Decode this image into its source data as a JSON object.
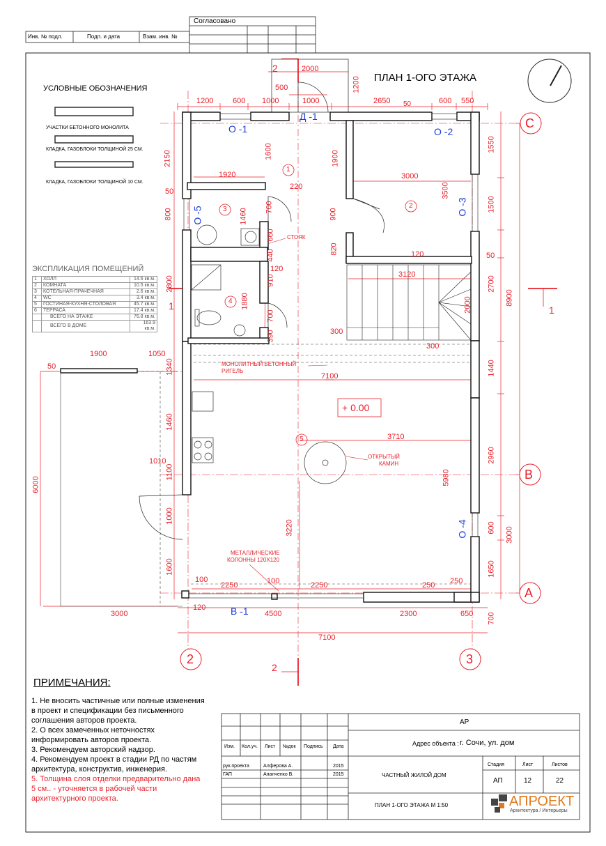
{
  "stamp": {
    "approved": "Согласовано",
    "left_cells": [
      "Инв. № подл.",
      "Подп. и дата",
      "Взам. инв. №"
    ]
  },
  "title": "ПЛАН 1-ОГО ЭТАЖА",
  "legend": {
    "heading": "УСЛОВНЫЕ ОБОЗНАЧЕНИЯ",
    "items": [
      "УЧАСТКИ БЕТОННОГО МОНОЛИТА",
      "КЛАДКА, ГАЗОБЛОКИ ТОЛЩИНОЙ 25 СМ.",
      "КЛАДКА, ГАЗОБЛОКИ ТОЛЩИНОЙ 10 СМ."
    ]
  },
  "explication": {
    "heading": "ЭКСПЛИКАЦИЯ ПОМЕЩЕНИЙ",
    "rows": [
      {
        "n": "1",
        "name": "ХОЛЛ",
        "area": "14.6 кв.м."
      },
      {
        "n": "2",
        "name": "КОМНАТА",
        "area": "10.5 кв.м."
      },
      {
        "n": "3",
        "name": "КОТЕЛЬНАЯ-ПРАЧЕЧНАЯ",
        "area": "2.6 кв.м."
      },
      {
        "n": "4",
        "name": "WC",
        "area": "3.4 кв.м."
      },
      {
        "n": "5",
        "name": "ГОСТИНАЯ-КУХНЯ-СТОЛОВАЯ",
        "area": "45.7 кв.м."
      },
      {
        "n": "6",
        "name": "ТЕРРАСА",
        "area": "17.4 кв.м."
      },
      {
        "n": "",
        "name": "ВСЕГО  НА  ЭТАЖЕ",
        "area": "76.8 кв.м."
      },
      {
        "n": "",
        "name": "ВСЕГО  В ДОМЕ",
        "area": "163.9 кв.м."
      }
    ]
  },
  "openings": {
    "d1": "Д -1",
    "o1": "О -1",
    "o2": "О -2",
    "o3": "О -3",
    "o4": "О -4",
    "o5": "О -5",
    "v1": "В -1"
  },
  "axes": {
    "C": "С",
    "B": "В",
    "A": "А",
    "n2": "2",
    "n3": "3"
  },
  "sections": {
    "s2": "2",
    "s1": "1"
  },
  "rooms": [
    "1",
    "2",
    "3",
    "4",
    "5"
  ],
  "annotations": {
    "stoyak": "СТОЯК",
    "beam1": "МОНОЛИТНЫЙ БЕТОННЫЙ",
    "beam2": "РИГЕЛЬ",
    "level": "+ 0.00",
    "fire1": "ОТКРЫТЫЙ",
    "fire2": "КАМИН",
    "col1": "МЕТАЛЛИЧЕСКИЕ",
    "col2": "КОЛОННЫ 120Х120"
  },
  "dims": {
    "d2000": "2000",
    "d1200a": "1200",
    "d500": "500",
    "d1200b": "1200",
    "d600a": "600",
    "d1000a": "1000",
    "d1000b": "1000",
    "d2650": "2650",
    "d50a": "50",
    "d600b": "600",
    "d550": "550",
    "d2150": "2150",
    "d1600a": "1600",
    "d1900a": "1900",
    "d1550": "1550",
    "d1920": "1920",
    "d220": "220",
    "d3000a": "3000",
    "d3500": "3500",
    "d50b": "50",
    "d1500": "1500",
    "d800": "800",
    "d700a": "700",
    "d1460a": "1460",
    "d900": "900",
    "d660": "660",
    "d440": "440",
    "d120a": "120",
    "d820": "820",
    "d50c": "50",
    "d120b": "120",
    "d3120": "3120",
    "d910": "910",
    "d2800": "2800",
    "d2700": "2700",
    "d8900": "8900",
    "d1880": "1880",
    "d2000b": "2000",
    "d700b": "700",
    "d390": "390",
    "d300a": "300",
    "d300b": "300",
    "d1900b": "1900",
    "d1050": "1050",
    "d50d": "50",
    "d1340": "1340",
    "d7100a": "7100",
    "d1440": "1440",
    "d1460b": "1460",
    "d3710": "3710",
    "d2960": "2960",
    "d6000": "6000",
    "d1010": "1010",
    "d1100": "1100",
    "d5980": "5980",
    "d1000c": "1000",
    "d3220": "3220",
    "d600c": "600",
    "d3000b": "3000",
    "d1600b": "1600",
    "d1650": "1650",
    "d100a": "100",
    "d2250a": "2250",
    "d100b": "100",
    "d2250b": "2250",
    "d250a": "250",
    "d250b": "250",
    "d120c": "120",
    "d4500": "4500",
    "d2300": "2300",
    "d650": "650",
    "d700c": "700",
    "d3000c": "3000",
    "d7100b": "7100"
  },
  "notes": {
    "heading": "ПРИМЕЧАНИЯ:",
    "lines": [
      "1. Не вносить частичные или полные изменения",
      "в проект и спецификации без письменного",
      "соглашения авторов проекта.",
      "2. О всех замеченных неточностях",
      "информировать авторов проекта.",
      "3. Рекомендуем авторский надзор.",
      "4. Рекомендуем проект в стадии РД по частям",
      "архитектура, конструктив, инженерия."
    ],
    "red_lines": [
      "5. Толщина слоя отделки предварительно дана",
      "5 см.. - уточняется в рабочей части",
      "архитектурного проекта."
    ]
  },
  "title_block": {
    "code": "АР",
    "address_label": "Адрес объекта :",
    "address_value": "г. Сочи, ул.  дом",
    "headers": [
      "Изм.",
      "Кол.уч.",
      "Лист",
      "№док",
      "Подпись",
      "Дата"
    ],
    "row1": {
      "role": "рук.проекта",
      "name": "Алферова А.",
      "year": "2015"
    },
    "row2": {
      "role": "ГАП",
      "name": "Ананченко В.",
      "year": "2015"
    },
    "project": "ЧАСТНЫЙ ЖИЛОЙ ДОМ",
    "sheet_title": "ПЛАН 1-ОГО ЭТАЖА  М 1:50",
    "stage_label": "Стадия",
    "sheet_label": "Лист",
    "sheets_label": "Листов",
    "stage": "АП",
    "sheet": "12",
    "sheets": "22",
    "logo_main": "АПРОЕКТ",
    "logo_sub": "Архитектура / Интерьеры"
  }
}
